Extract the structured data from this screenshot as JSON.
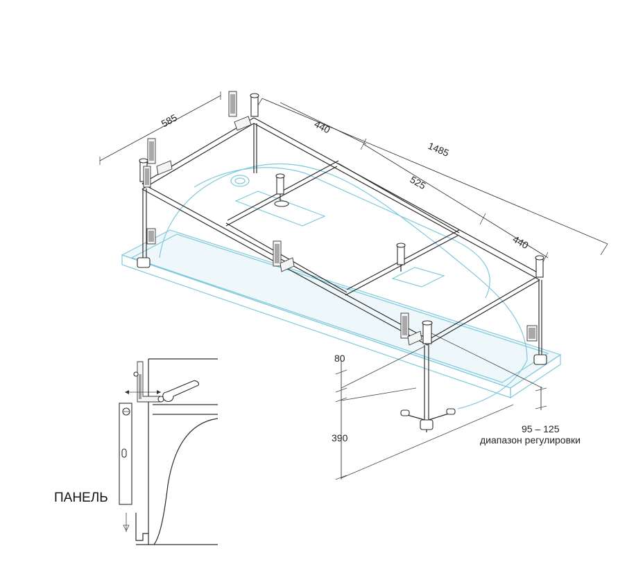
{
  "dimensions": {
    "width_left": "585",
    "segment_1": "440",
    "total_length": "1485",
    "segment_2": "525",
    "segment_3": "440",
    "frame_height": "80",
    "leg_height": "390",
    "adjust_range": "95 – 125",
    "adjust_caption": "диапазон регулировки"
  },
  "detail": {
    "panel_label": "ПАНЕЛЬ"
  },
  "colors": {
    "frame": "#2a2a2a",
    "tub_outline": "#7ec8dc",
    "tub_fill": "#eef8fb"
  }
}
